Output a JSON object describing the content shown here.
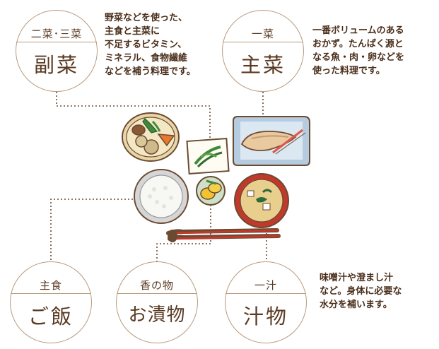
{
  "colors": {
    "text": "#5a3a22",
    "circle_border": "#b89a7e",
    "dotted_line": "#6b4a32"
  },
  "categories": {
    "fukusai": {
      "top_label": "二菜･三菜",
      "main_label": "副菜",
      "description": [
        "野菜などを使った、",
        "主食と主菜に",
        "不足するビタミン、",
        "ミネラル、食物繊維",
        "などを補う料理です。"
      ]
    },
    "shusai": {
      "top_label": "一菜",
      "main_label": "主菜",
      "description": [
        "一番ボリュームのある",
        "おかず。たんぱく源と",
        "なる魚・肉・卵などを",
        "使った料理です。"
      ]
    },
    "shushoku": {
      "top_label": "主食",
      "main_label": "ご飯"
    },
    "konomono": {
      "top_label": "香の物",
      "main_label": "お漬物"
    },
    "shirumono": {
      "top_label": "一汁",
      "main_label": "汁物",
      "description": [
        "味噌汁や澄まし汁",
        "など。身体に必要な",
        "水分を補います。"
      ]
    }
  }
}
